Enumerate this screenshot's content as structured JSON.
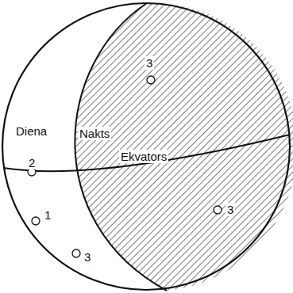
{
  "diagram": {
    "labels": [
      "3",
      "Diena",
      "Nakts",
      "2",
      "Ekvators",
      "3",
      "1",
      "3"
    ]
  }
}
